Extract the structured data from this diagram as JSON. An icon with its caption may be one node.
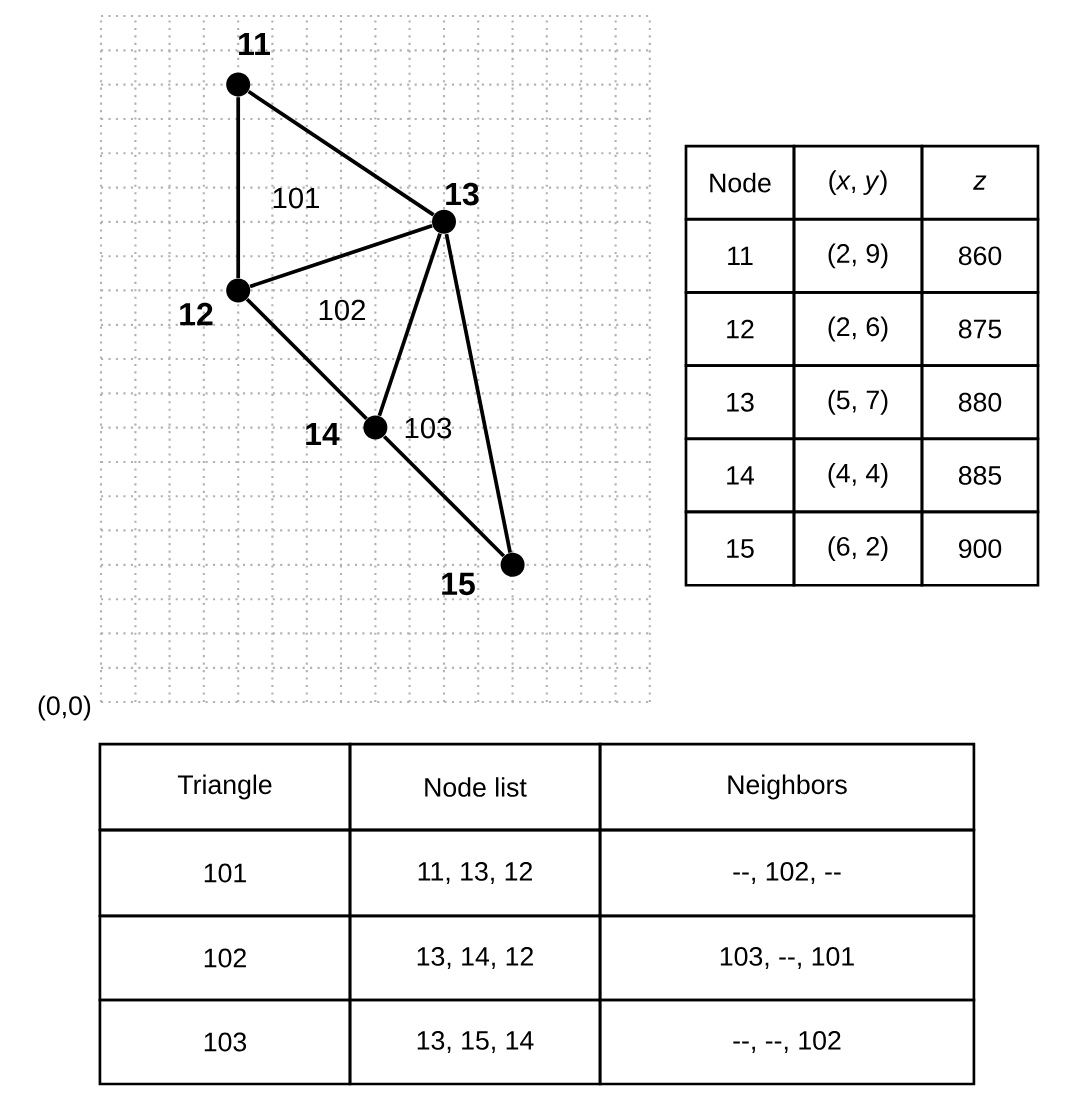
{
  "diagram": {
    "nodes": [
      {
        "text": [
          "11"
        ]
      },
      {
        "text": [
          "12"
        ]
      },
      {
        "text": [
          "13"
        ]
      },
      {
        "text": [
          "14"
        ]
      },
      {
        "text": [
          "15"
        ]
      }
    ],
    "edges": [
      {
        "from": 0,
        "to": 2,
        "arrow": "none"
      },
      {
        "from": 0,
        "to": 1,
        "arrow": "none"
      },
      {
        "from": 1,
        "to": 2,
        "arrow": "none"
      },
      {
        "from": 1,
        "to": 3,
        "arrow": "none"
      },
      {
        "from": 2,
        "to": 3,
        "arrow": "none"
      },
      {
        "from": 2,
        "to": 4,
        "arrow": "none"
      },
      {
        "from": 3,
        "to": 4,
        "arrow": "none"
      }
    ],
    "labels": [
      "101",
      "102",
      "103",
      "(0,0)",
      "Node",
      "(*x*, *y*)",
      "z",
      "11",
      "(2, 9)",
      "860",
      "12",
      "(2, 6)",
      "875",
      "13",
      "(5, 7)",
      "880",
      "14",
      "(4, 4)",
      "885",
      "15",
      "(6, 2)",
      "900",
      "Triangle",
      "Node list",
      "Neighbors",
      "101",
      "11, 13, 12",
      "--, 102, --",
      "102",
      "13, 14, 12",
      "103, --, 101",
      "103",
      "13, 15, 14",
      "--, --, 102"
    ]
  }
}
